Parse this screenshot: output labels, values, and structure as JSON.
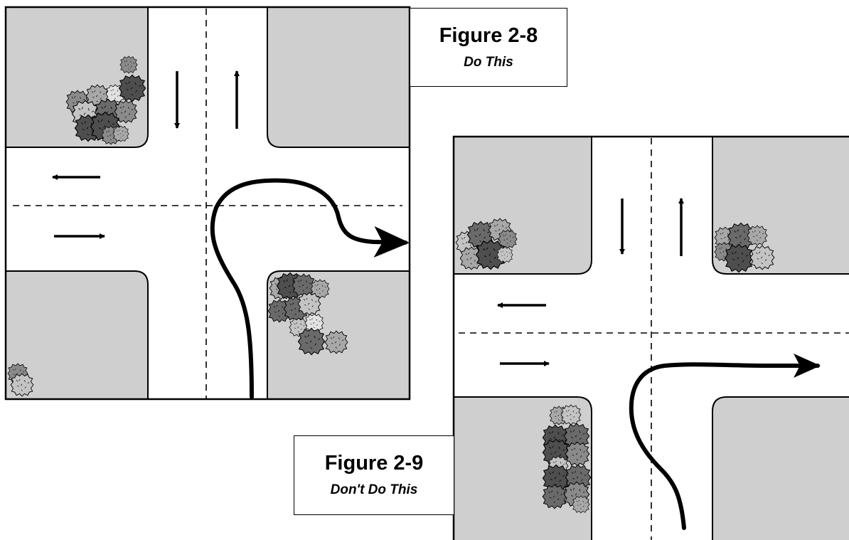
{
  "figures": [
    {
      "number": "Figure 2-8",
      "caption": "Do This"
    },
    {
      "number": "Figure 2-9",
      "caption": "Don't Do This"
    }
  ],
  "colors": {
    "lot": "#cfcfcf",
    "road": "#ffffff",
    "outline": "#000000",
    "bush_shades": [
      "#4e4e4e",
      "#6a6a6a",
      "#8a8a8a",
      "#a8a8a8",
      "#c4c4c4",
      "#e2e2e2"
    ]
  },
  "icons": [
    "arrow-down-icon",
    "arrow-up-icon",
    "arrow-left-icon",
    "arrow-right-icon",
    "turn-arrow-icon",
    "shrub-icon"
  ]
}
